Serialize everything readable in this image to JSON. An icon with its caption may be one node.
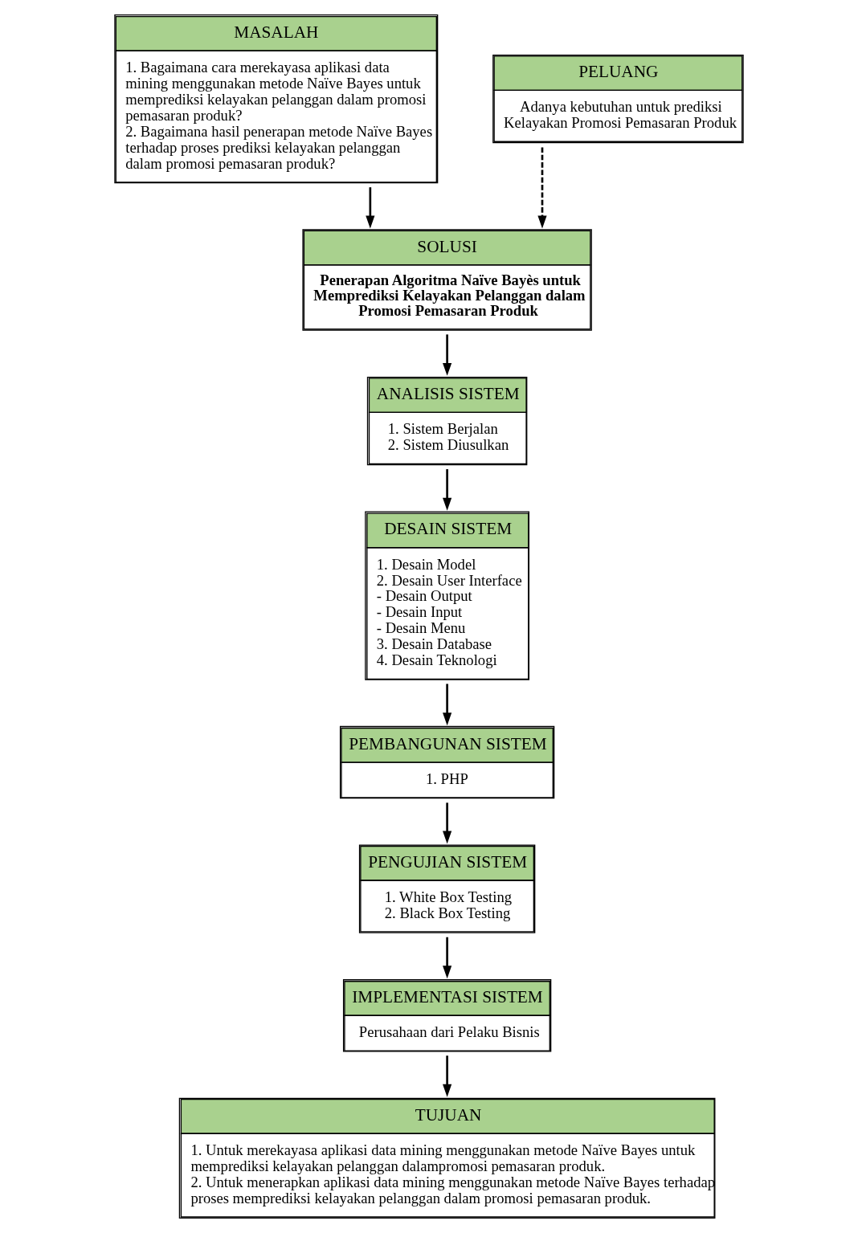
{
  "diagram": {
    "nodes": [
      {
        "text": [
          "MASALAH",
          "1. Bagaimana cara merekayasa aplikasi data mining menggunakan metode Naïve Bayes untuk memprediksi kelayakan pelanggan dalam promosi pemasaran produk?",
          "2. Bagaimana hasil penerapan metode Naïve Bayes terhadap proses prediksi kelayakan pelanggan dalam promosi pemasaran produk?"
        ]
      },
      {
        "text": [
          "PELUANG",
          "Adanya kebutuhan untuk prediksi Kelayakan Promosi Pemasaran Produk"
        ]
      },
      {
        "text": [
          "SOLUSI",
          "Penerapan Algoritma Naïve Bayès untuk Memprediksi Kelayakan Pelanggan dalam Promosi Pemasaran Produk"
        ]
      },
      {
        "text": [
          "ANALISIS SISTEM",
          "1. Sistem Berjalan",
          "2. Sistem Diusulkan"
        ]
      },
      {
        "text": [
          "DESAIN SISTEM",
          "1. Desain Model",
          "2. Desain User Interface",
          "- Desain Output",
          "- Desain Input",
          "- Desain Menu",
          "3. Desain Database",
          "4. Desain Teknologi"
        ]
      },
      {
        "text": [
          "PEMBANGUNAN SISTEM",
          "1. PHP"
        ]
      },
      {
        "text": [
          "PENGUJIAN SISTEM",
          "1. White Box Testing",
          "2. Black Box Testing"
        ]
      },
      {
        "text": [
          "IMPLEMENTASI SISTEM",
          "Perusahaan dari Pelaku Bisnis"
        ]
      },
      {
        "text": [
          "TUJUAN",
          "1. Untuk merekayasa aplikasi data mining menggunakan metode Naïve Bayes untuk memprediksi kelayakan pelanggan dalampromosi pemasaran produk.",
          "2. Untuk menerapkan aplikasi data mining menggunakan metode Naïve Bayes terhadap proses memprediksi kelayakan pelanggan dalam promosi pemasaran produk."
        ]
      }
    ],
    "edges": [
      {
        "from": 1,
        "to": 2,
        "arrow": "to",
        "style": "dashed"
      },
      {
        "from": 0,
        "to": 2,
        "arrow": "to"
      },
      {
        "from": 2,
        "to": 3,
        "arrow": "to"
      },
      {
        "from": 3,
        "to": 4,
        "arrow": "to"
      },
      {
        "from": 4,
        "to": 5,
        "arrow": "to"
      },
      {
        "from": 5,
        "to": 6,
        "arrow": "to"
      },
      {
        "from": 6,
        "to": 7,
        "arrow": "to"
      },
      {
        "from": 7,
        "to": 8,
        "arrow": "to"
      }
    ]
  }
}
